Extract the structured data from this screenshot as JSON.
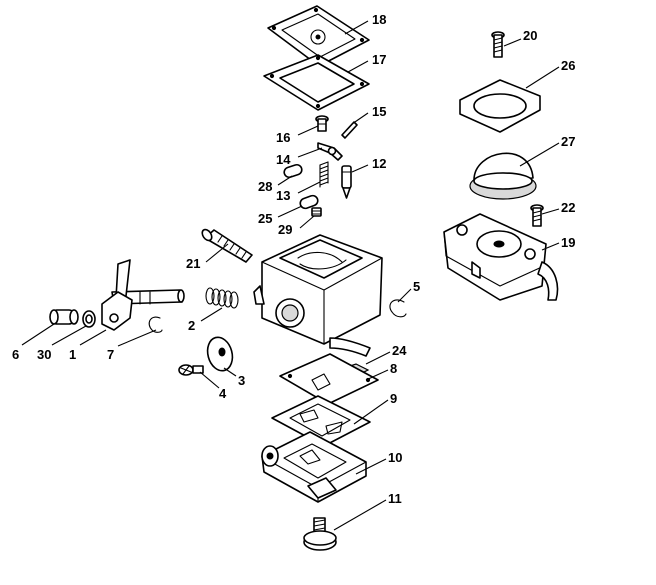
{
  "callouts": [
    {
      "id": "18",
      "text": "18"
    },
    {
      "id": "17",
      "text": "17"
    },
    {
      "id": "15",
      "text": "15"
    },
    {
      "id": "16",
      "text": "16"
    },
    {
      "id": "14",
      "text": "14"
    },
    {
      "id": "12",
      "text": "12"
    },
    {
      "id": "28",
      "text": "28"
    },
    {
      "id": "13",
      "text": "13"
    },
    {
      "id": "25",
      "text": "25"
    },
    {
      "id": "29",
      "text": "29"
    },
    {
      "id": "21",
      "text": "21"
    },
    {
      "id": "20",
      "text": "20"
    },
    {
      "id": "26",
      "text": "26"
    },
    {
      "id": "27",
      "text": "27"
    },
    {
      "id": "22",
      "text": "22"
    },
    {
      "id": "19",
      "text": "19"
    },
    {
      "id": "5",
      "text": "5"
    },
    {
      "id": "2",
      "text": "2"
    },
    {
      "id": "6",
      "text": "6"
    },
    {
      "id": "30",
      "text": "30"
    },
    {
      "id": "1",
      "text": "1"
    },
    {
      "id": "7",
      "text": "7"
    },
    {
      "id": "24",
      "text": "24"
    },
    {
      "id": "8",
      "text": "8"
    },
    {
      "id": "3",
      "text": "3"
    },
    {
      "id": "4",
      "text": "4"
    },
    {
      "id": "9",
      "text": "9"
    },
    {
      "id": "10",
      "text": "10"
    },
    {
      "id": "11",
      "text": "11"
    }
  ]
}
